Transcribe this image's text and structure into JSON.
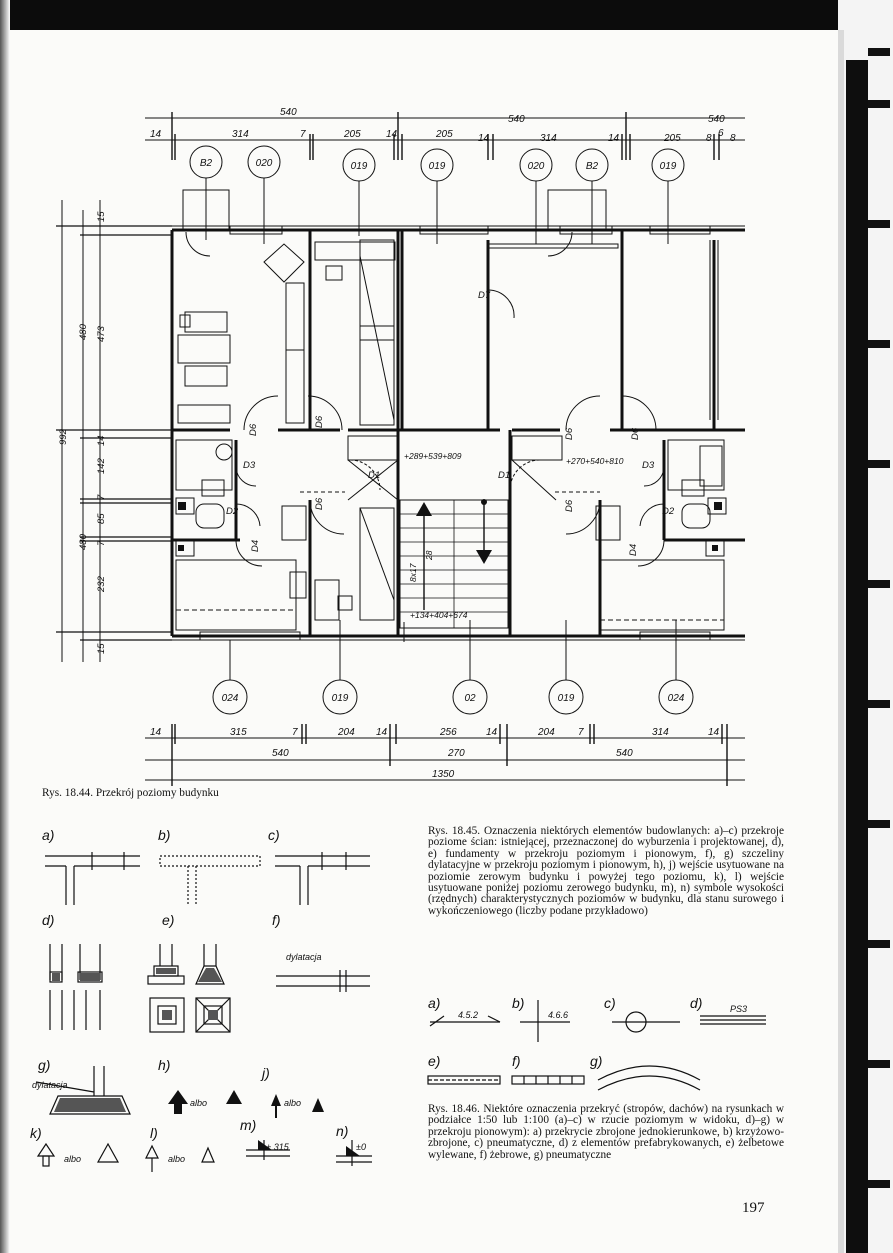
{
  "page_number": "197",
  "figures": {
    "fig_18_44": {
      "caption": "Rys. 18.44. Przekrój poziomy budynku",
      "top_dims_total": [
        "540",
        "540",
        "540"
      ],
      "top_dims_detail": [
        "14",
        "314",
        "7",
        "205",
        "14",
        "205",
        "14",
        "314",
        "14",
        "205",
        "8",
        "6",
        "8"
      ],
      "bottom_dims_detail": [
        "14",
        "315",
        "7",
        "204",
        "14",
        "256",
        "14",
        "204",
        "7",
        "314",
        "14"
      ],
      "bottom_dims_mid": [
        "540",
        "270",
        "540"
      ],
      "bottom_dims_total": "1350",
      "left_dims_outer": [
        "992"
      ],
      "left_dims_mid": [
        "480",
        "480"
      ],
      "left_dims_inner": [
        "15",
        "473",
        "14",
        "142",
        "7",
        "85",
        "7",
        "232",
        "15"
      ],
      "top_bubbles": [
        "B2",
        "020",
        "019",
        "019",
        "020",
        "B2",
        "019"
      ],
      "bottom_bubbles": [
        "024",
        "019",
        "02",
        "019",
        "024"
      ],
      "room_labels": [
        "D7",
        "D6",
        "D6",
        "D6",
        "D3",
        "D2",
        "D4",
        "D1",
        "D1",
        "D6",
        "D6",
        "D6",
        "D3",
        "D2",
        "D4"
      ],
      "level_labels": [
        "+289+539+809",
        "+270+540+810",
        "+134+404+674"
      ],
      "stair_labels": [
        "8x17",
        "28"
      ]
    },
    "fig_18_45": {
      "caption": "Rys. 18.45. Oznaczenia niektórych elementów budowlanych: a)–c) przekroje poziome ścian: istniejącej, przeznaczonej do wyburzenia i projektowanej, d), e) fundamenty w przekroju poziomym i pionowym, f), g) szczeliny dylatacyjne w przekroju poziomym i pionowym, h), j) wejście usytuowane na poziomie zerowym budynku i powyżej tego poziomu, k), l) wejście usytuowane poniżej poziomu zerowego budynku, m), n) symbole wysokości (rzędnych) charakterystycznych poziomów w budynku, dla stanu surowego i wykończeniowego (liczby podane przykładowo)",
      "letters": [
        "a)",
        "b)",
        "c)",
        "d)",
        "e)",
        "f)",
        "g)",
        "h)",
        "j)",
        "k)",
        "l)",
        "m)",
        "n)"
      ],
      "dylatacja_label": "dylatacja",
      "albo_label": "albo",
      "level_m": "+ 315",
      "level_n": "±0"
    },
    "fig_18_46": {
      "caption": "Rys. 18.46. Niektóre oznaczenia przekryć (stropów, dachów) na rysunkach w podziałce 1:50 lub 1:100 (a)–c) w rzucie poziomym w widoku, d)–g) w przekroju pionowym): a) przekrycie zbrojone jednokierunkowe, b) krzyżowo-zbrojone, c) pneumatyczne, d) z elementów prefabrykowanych, e) żelbetowe wylewane, f) żebrowe, g) pneumatyczne",
      "letters": [
        "a)",
        "b)",
        "c)",
        "d)",
        "e)",
        "f)",
        "g)"
      ],
      "code_a": "4.5.2",
      "code_b": "4.6.6",
      "code_d": "PS3"
    }
  }
}
